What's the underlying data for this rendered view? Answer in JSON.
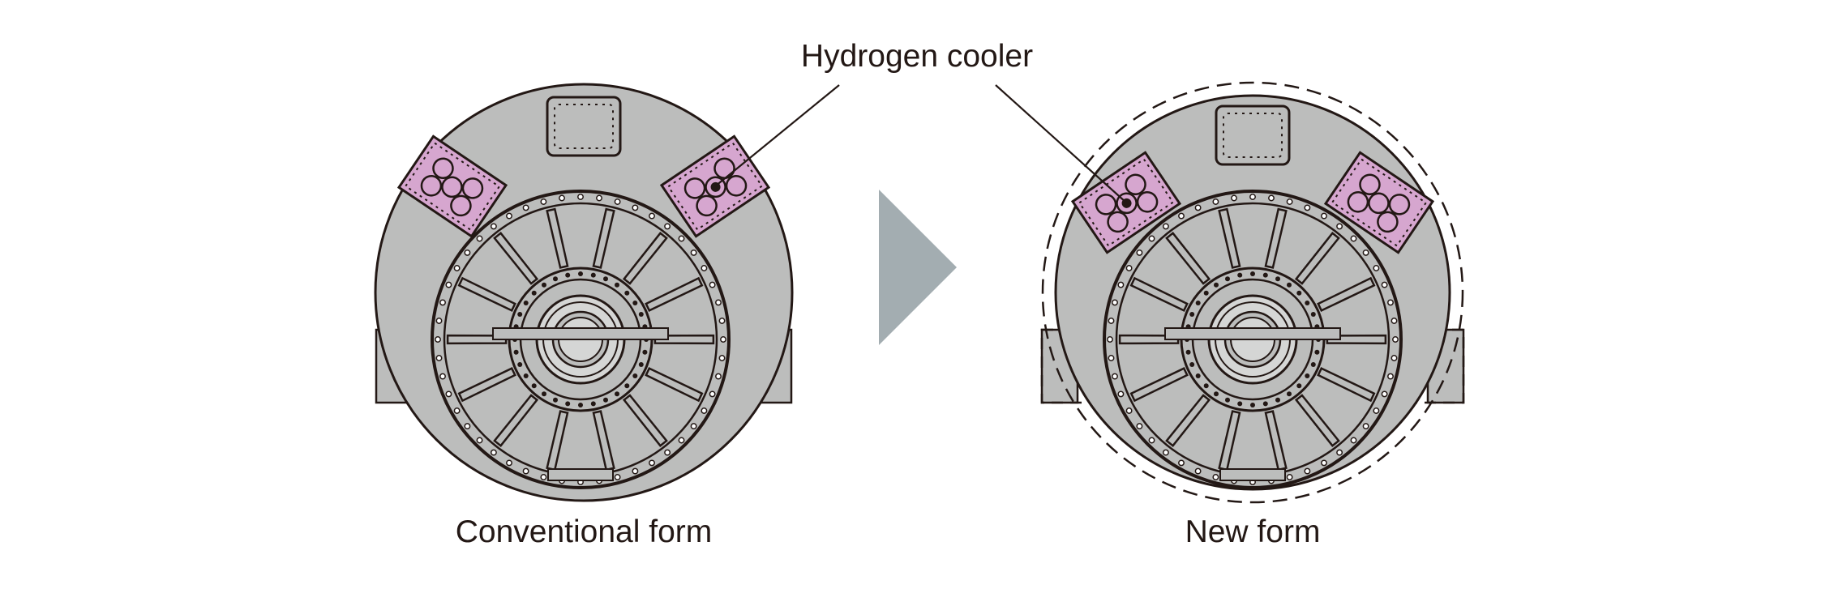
{
  "labels": {
    "callout": "Hydrogen cooler",
    "left_caption": "Conventional form",
    "right_caption": "New form"
  },
  "colors": {
    "background": "#ffffff",
    "casing_fill": "#bcbdbc",
    "cooler_fill": "#d6a6cf",
    "line": "#231815",
    "arrow_fill": "#a3adb1"
  },
  "icons": {
    "arrow": "right-triangle-arrow"
  }
}
